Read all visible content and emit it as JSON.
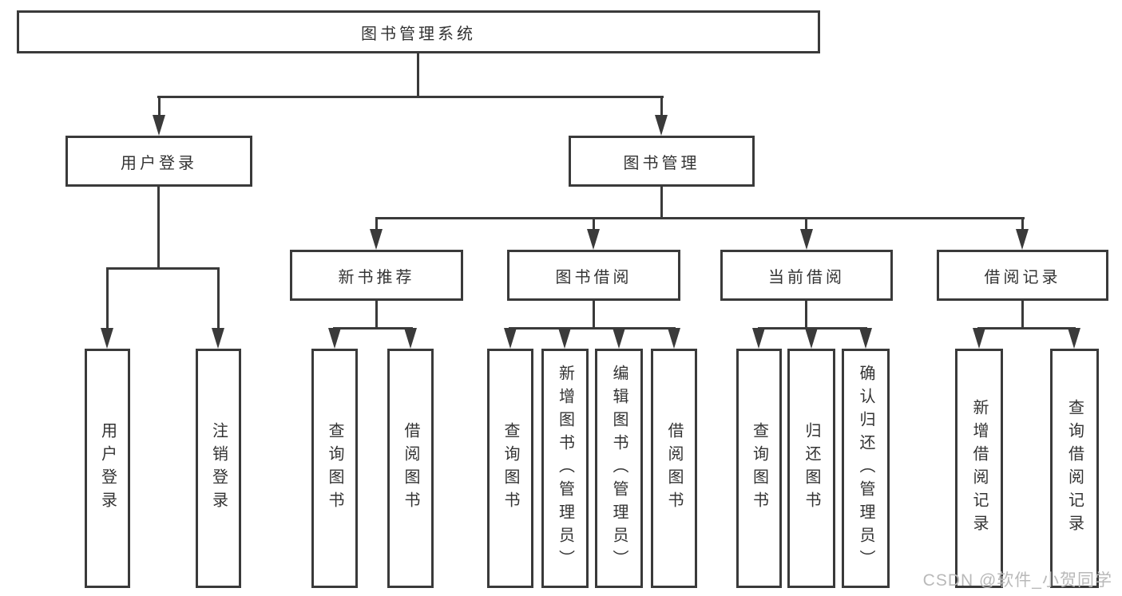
{
  "tree": {
    "root": {
      "label": "图书管理系统"
    },
    "branches": [
      {
        "label": "用户登录",
        "children": [
          {
            "label": "用户登录"
          },
          {
            "label": "注销登录"
          }
        ]
      },
      {
        "label": "图书管理",
        "children": [
          {
            "label": "新书推荐",
            "children": [
              {
                "label": "查询图书"
              },
              {
                "label": "借阅图书"
              }
            ]
          },
          {
            "label": "图书借阅",
            "children": [
              {
                "label": "查询图书"
              },
              {
                "label": "新增图书（管理员）"
              },
              {
                "label": "编辑图书（管理员）"
              },
              {
                "label": "借阅图书"
              }
            ]
          },
          {
            "label": "当前借阅",
            "children": [
              {
                "label": "查询图书"
              },
              {
                "label": "归还图书"
              },
              {
                "label": "确认归还（管理员）"
              }
            ]
          },
          {
            "label": "借阅记录",
            "children": [
              {
                "label": "新增借阅记录"
              },
              {
                "label": "查询借阅记录"
              }
            ]
          }
        ]
      }
    ]
  },
  "watermark": {
    "text": "CSDN @软件_小贺同学"
  },
  "colors": {
    "line": "#3a3a3a",
    "text": "#333333",
    "background": "#ffffff",
    "watermark": "#b9b9b9"
  }
}
